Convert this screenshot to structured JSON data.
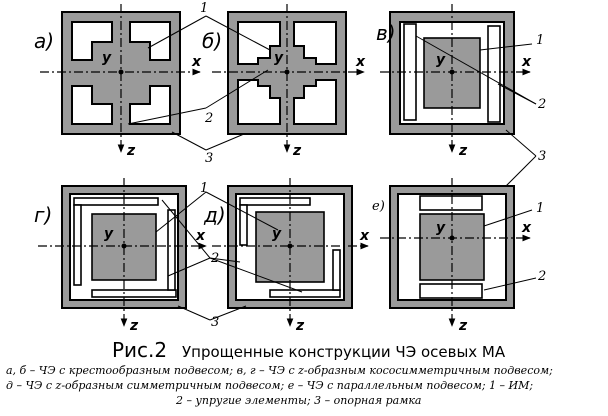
{
  "panels": [
    {
      "id": "a",
      "label": "а)"
    },
    {
      "id": "b",
      "label": "б)"
    },
    {
      "id": "v",
      "label": "в)"
    },
    {
      "id": "g",
      "label": "г)"
    },
    {
      "id": "d",
      "label": "д)"
    },
    {
      "id": "e",
      "label": "е)"
    }
  ],
  "axes": {
    "x": "x",
    "y": "y",
    "z": "z"
  },
  "callouts": {
    "im": "1",
    "elastic": "2",
    "frame": "3"
  },
  "title": {
    "fig_label": "Рис.2",
    "text": "Упрощенные конструкции ЧЭ осевых МА"
  },
  "caption": [
    "а, б – ЧЭ с крестообразным подвесом; в, г – ЧЭ с z-образным кососимметричным подвесом;",
    "д – ЧЭ с z-образным симметричным подвесом; е – ЧЭ с параллельным подвесом; 1 – ИМ;",
    "2 – упругие элементы; 3 – опорная рамка"
  ],
  "colors": {
    "frame_fill": "#9a9a9a",
    "hole_fill": "#ffffff",
    "outline": "#000000"
  }
}
